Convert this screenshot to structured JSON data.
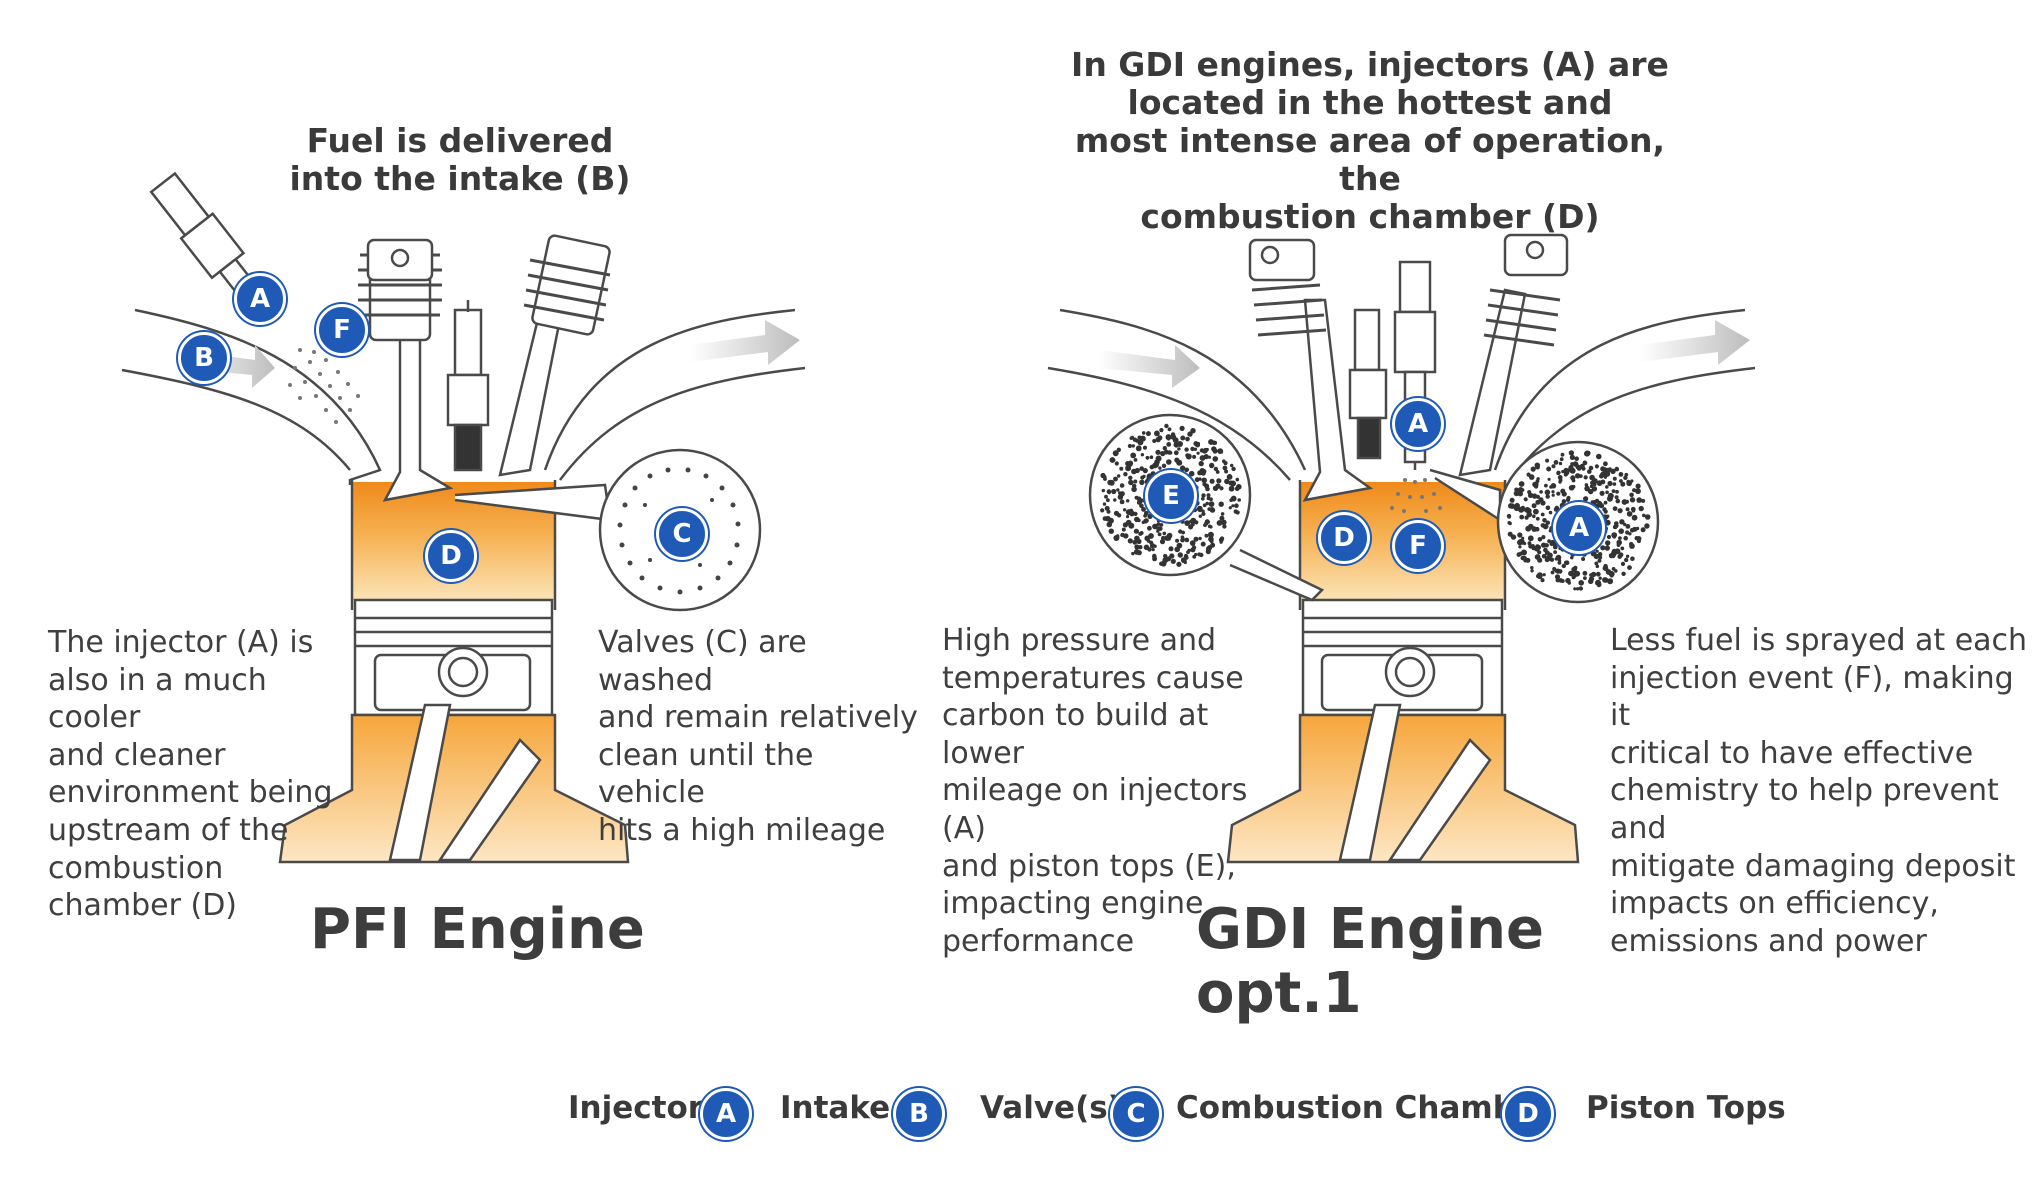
{
  "pfi": {
    "heading": [
      "Fuel is delivered",
      "into the intake (B)"
    ],
    "left_note": "The injector (A) is\nalso in a much cooler\nand cleaner\nenvironment being\nupstream of the\ncombustion\nchamber (D)",
    "right_note": "Valves (C) are washed\nand remain relatively\nclean until the vehicle\nhits a high mileage",
    "title": "PFI Engine",
    "labels": {
      "a": "A",
      "b": "B",
      "c": "C",
      "d": "D",
      "f": "F"
    }
  },
  "gdi": {
    "heading": [
      "In GDI engines, injectors (A) are",
      "located in the hottest and",
      "most intense area of operation, the",
      "combustion chamber (D)"
    ],
    "left_note": "High pressure and\ntemperatures cause\ncarbon to build at lower\nmileage on injectors (A)\nand piston tops (E),\nimpacting engine\nperformance",
    "right_note": "Less fuel is sprayed at each\ninjection event (F), making it\ncritical to have effective\nchemistry to help prevent and\nmitigate damaging deposit\nimpacts on efficiency,\nemissions and power",
    "title": "GDI Engine opt.1",
    "labels": {
      "a": "A",
      "a2": "A",
      "d": "D",
      "e": "E",
      "f": "F"
    }
  },
  "legend": [
    {
      "label": "Injector",
      "badge": "A"
    },
    {
      "label": "Intake",
      "badge": "B"
    },
    {
      "label": "Valve(s)",
      "badge": "C"
    },
    {
      "label": "Combustion Chamber",
      "badge": "D"
    },
    {
      "label": "Piston Tops",
      "badge": ""
    }
  ],
  "colors": {
    "badge": "#1f5ab6",
    "chamber_top": "#f08c1a",
    "chamber_bottom": "#f9d9a8",
    "outline": "#4a4a4a"
  }
}
